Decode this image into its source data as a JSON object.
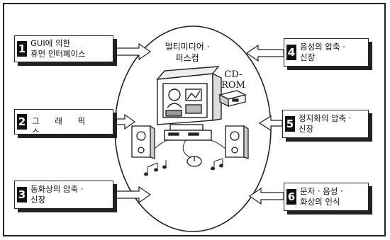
{
  "center": {
    "title": "멀티미디어 ·\n퍼스컴",
    "cdrom": "CD-\nROM"
  },
  "features_left": [
    {
      "number": "1",
      "label": "GUI에 의한\n휴먼 인터페이스"
    },
    {
      "number": "2",
      "label": "그 래 픽 스"
    },
    {
      "number": "3",
      "label": "동화상의 압축 ·\n신장"
    }
  ],
  "features_right": [
    {
      "number": "4",
      "label": "음성의 압축 ·\n신장"
    },
    {
      "number": "5",
      "label": "정지화의 압축 ·\n신장"
    },
    {
      "number": "6",
      "label": "문자 · 음성 ·\n화상의 인식"
    }
  ],
  "colors": {
    "ink": "#222222",
    "paper": "#ffffff"
  },
  "icons": [
    "computer-monitor-icon",
    "cd-rom-drive-icon",
    "speaker-icon",
    "mouse-icon",
    "music-note-icon",
    "arrow-right-icon",
    "arrow-left-icon"
  ]
}
